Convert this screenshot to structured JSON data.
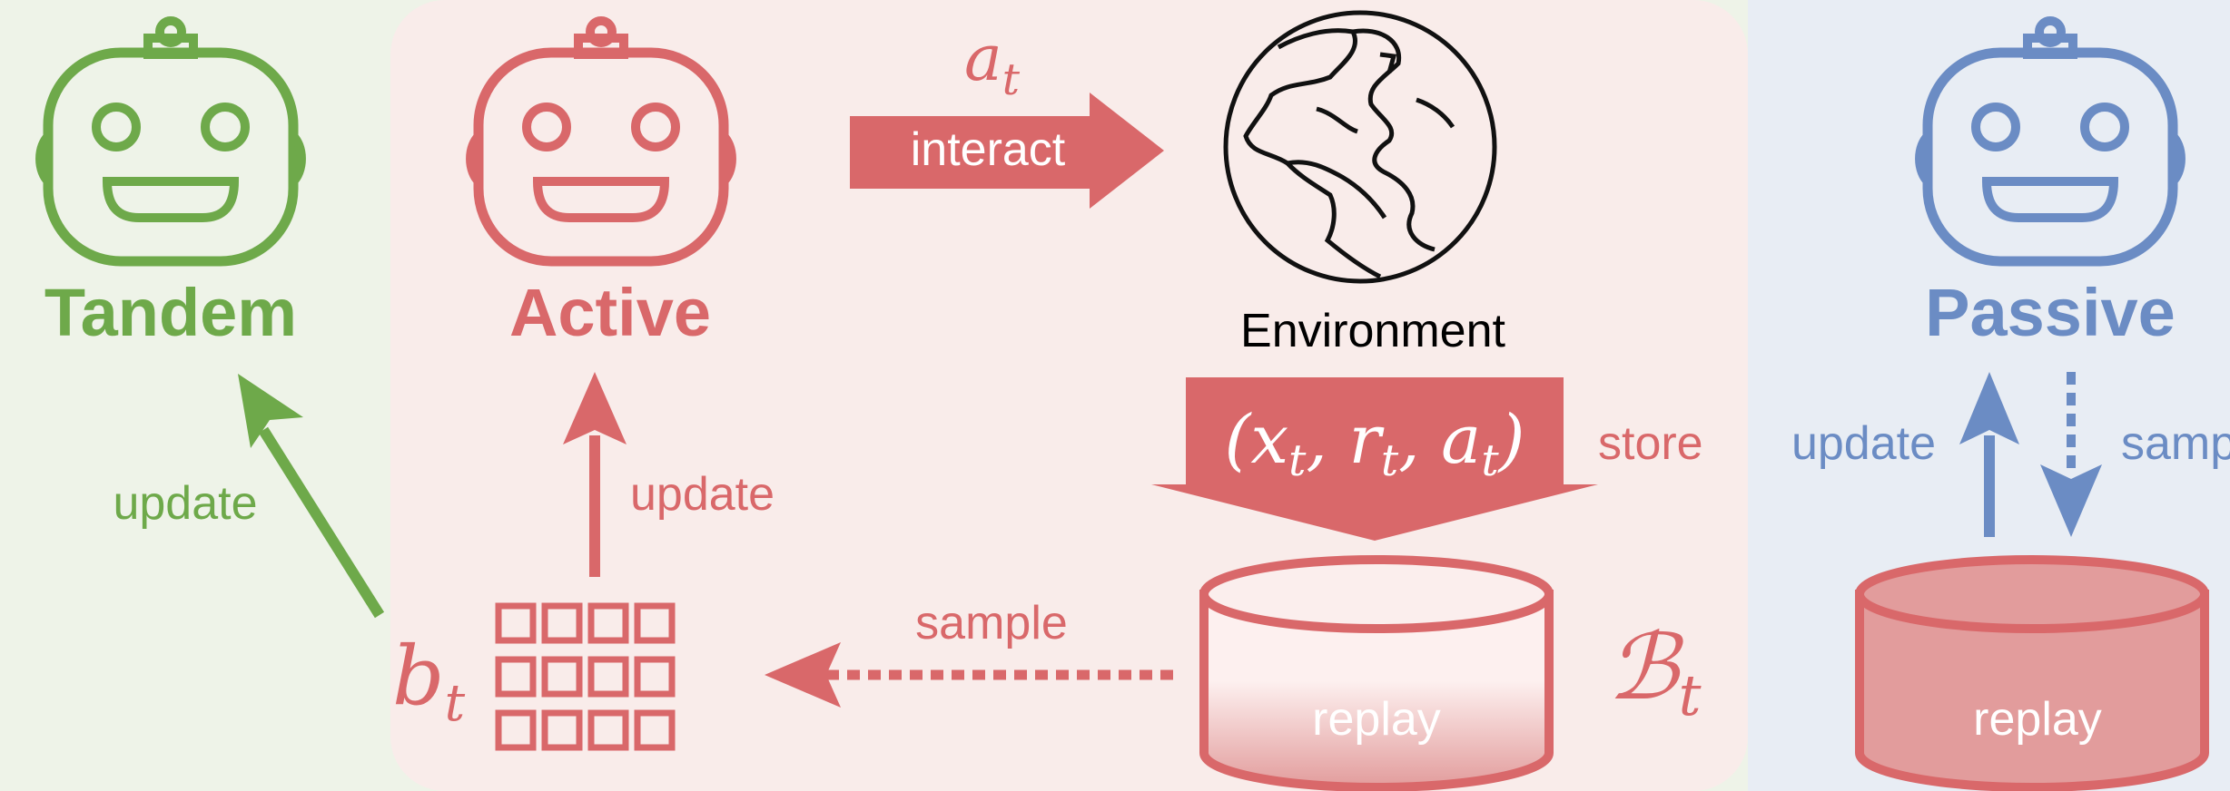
{
  "colors": {
    "tandem": "#6ea94a",
    "active": "#d9686a",
    "passive": "#6b8cc4",
    "tandem_bg": "#eef3e8",
    "active_bg": "#f9ecea",
    "passive_bg": "#e8edf4",
    "replay_fill": "#e29c9c"
  },
  "tandem": {
    "label": "Tandem",
    "update": "update",
    "batch_symbol": "b",
    "batch_sub": "t"
  },
  "active": {
    "label": "Active",
    "update": "update",
    "interact": "interact",
    "action_symbol": "a",
    "action_sub": "t",
    "sample": "sample"
  },
  "environment": {
    "label": "Environment",
    "transition": "(x",
    "transition_sub1": "t",
    "transition_mid1": ", r",
    "transition_sub2": "t",
    "transition_mid2": ", a",
    "transition_sub3": "t",
    "transition_end": ")",
    "store": "store"
  },
  "active_replay": {
    "label": "replay",
    "symbol": "ℬ",
    "symbol_sub": "t"
  },
  "passive": {
    "label": "Passive",
    "update": "update",
    "sample": "samp"
  },
  "passive_replay": {
    "label": "replay"
  },
  "icons": [
    "robot-icon",
    "globe-icon",
    "replay-buffer-icon",
    "batch-grid-icon"
  ]
}
